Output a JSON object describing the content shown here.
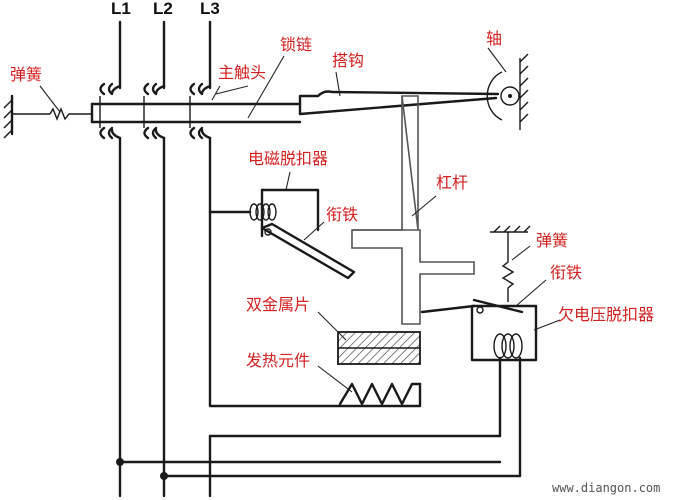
{
  "phases": [
    "L1",
    "L2",
    "L3"
  ],
  "labels": {
    "spring_left": "弹簧",
    "lock_chain": "锁链",
    "main_contact": "主触头",
    "hook": "搭钩",
    "shaft": "轴",
    "em_release": "电磁脱扣器",
    "armature_left": "衔铁",
    "lever": "杠杆",
    "spring_right": "弹簧",
    "armature_right": "衔铁",
    "undervoltage_release": "欠电压脱扣器",
    "bimetal": "双金属片",
    "heating_element": "发热元件"
  },
  "watermark": "www.diangon.com",
  "colors": {
    "label": "#d42020",
    "line": "#1a1a1a"
  }
}
